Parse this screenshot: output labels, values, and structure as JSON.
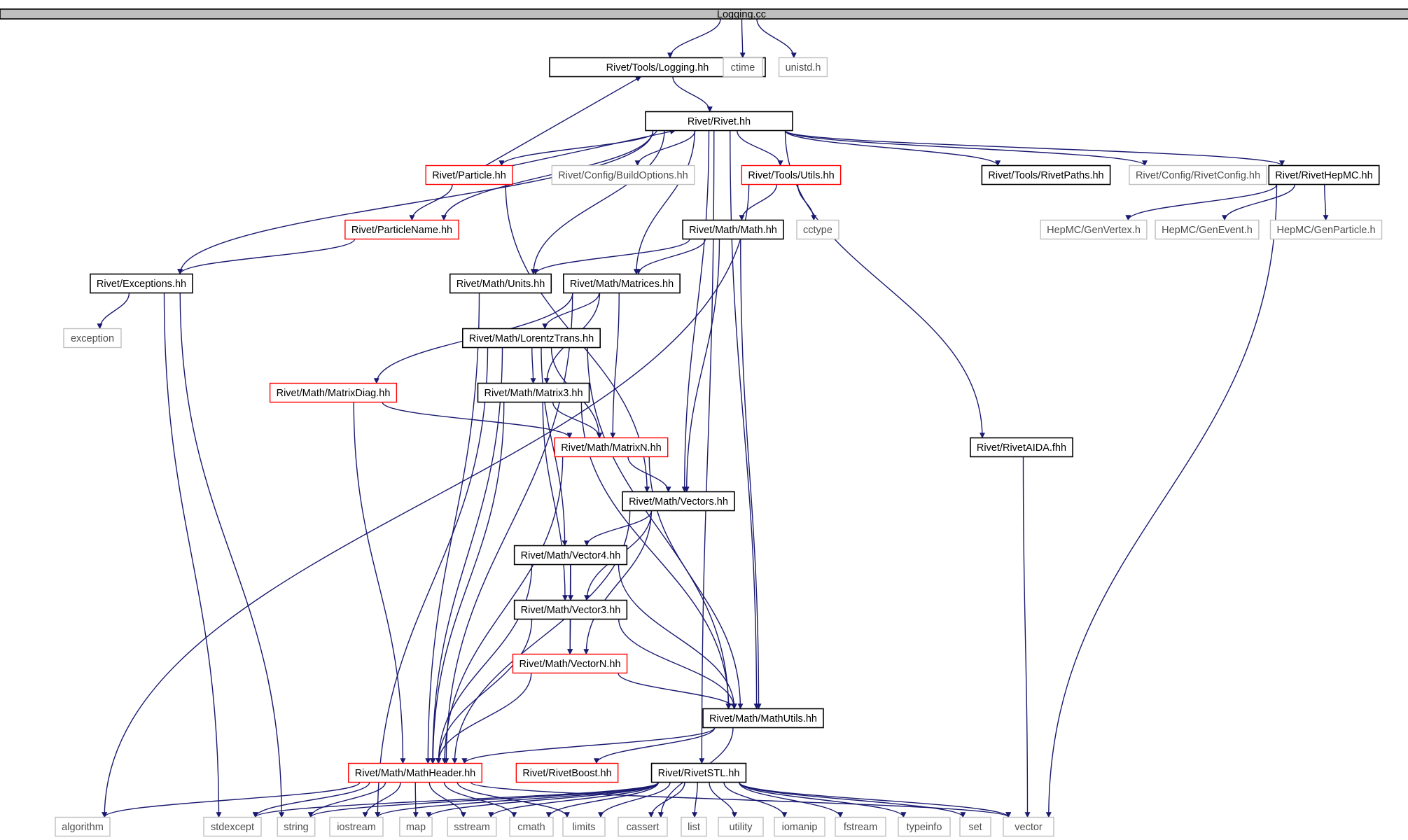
{
  "diagram": {
    "nodes": [
      {
        "id": "logging_cc",
        "label": "Logging.cc",
        "kind": "root"
      },
      {
        "id": "tools_logging",
        "label": "Rivet/Tools/Logging.hh",
        "kind": "normal"
      },
      {
        "id": "ctime",
        "label": "ctime",
        "kind": "external"
      },
      {
        "id": "unistd",
        "label": "unistd.h",
        "kind": "external"
      },
      {
        "id": "rivet",
        "label": "Rivet/Rivet.hh",
        "kind": "normal"
      },
      {
        "id": "particle",
        "label": "Rivet/Particle.hh",
        "kind": "truncated"
      },
      {
        "id": "buildopts",
        "label": "Rivet/Config/BuildOptions.hh",
        "kind": "external"
      },
      {
        "id": "utils",
        "label": "Rivet/Tools/Utils.hh",
        "kind": "truncated"
      },
      {
        "id": "rivetpaths",
        "label": "Rivet/Tools/RivetPaths.hh",
        "kind": "normal"
      },
      {
        "id": "rivetconfig",
        "label": "Rivet/Config/RivetConfig.hh",
        "kind": "external"
      },
      {
        "id": "rivethepmc",
        "label": "Rivet/RivetHepMC.hh",
        "kind": "normal"
      },
      {
        "id": "particlename",
        "label": "Rivet/ParticleName.hh",
        "kind": "truncated"
      },
      {
        "id": "math",
        "label": "Rivet/Math/Math.hh",
        "kind": "normal"
      },
      {
        "id": "cctype",
        "label": "cctype",
        "kind": "external"
      },
      {
        "id": "genvertex",
        "label": "HepMC/GenVertex.h",
        "kind": "external"
      },
      {
        "id": "genevent",
        "label": "HepMC/GenEvent.h",
        "kind": "external"
      },
      {
        "id": "genparticle",
        "label": "HepMC/GenParticle.h",
        "kind": "external"
      },
      {
        "id": "exceptions",
        "label": "Rivet/Exceptions.hh",
        "kind": "normal"
      },
      {
        "id": "units",
        "label": "Rivet/Math/Units.hh",
        "kind": "normal"
      },
      {
        "id": "matrices",
        "label": "Rivet/Math/Matrices.hh",
        "kind": "normal"
      },
      {
        "id": "exception",
        "label": "exception",
        "kind": "external"
      },
      {
        "id": "lorentz",
        "label": "Rivet/Math/LorentzTrans.hh",
        "kind": "normal"
      },
      {
        "id": "matrixdiag",
        "label": "Rivet/Math/MatrixDiag.hh",
        "kind": "truncated"
      },
      {
        "id": "matrix3",
        "label": "Rivet/Math/Matrix3.hh",
        "kind": "normal"
      },
      {
        "id": "matrixn",
        "label": "Rivet/Math/MatrixN.hh",
        "kind": "truncated"
      },
      {
        "id": "aida",
        "label": "Rivet/RivetAIDA.fhh",
        "kind": "normal"
      },
      {
        "id": "vectors",
        "label": "Rivet/Math/Vectors.hh",
        "kind": "normal"
      },
      {
        "id": "vector4",
        "label": "Rivet/Math/Vector4.hh",
        "kind": "normal"
      },
      {
        "id": "vector3",
        "label": "Rivet/Math/Vector3.hh",
        "kind": "normal"
      },
      {
        "id": "vectorn",
        "label": "Rivet/Math/VectorN.hh",
        "kind": "truncated"
      },
      {
        "id": "mathutils",
        "label": "Rivet/Math/MathUtils.hh",
        "kind": "normal"
      },
      {
        "id": "mathheader",
        "label": "Rivet/Math/MathHeader.hh",
        "kind": "truncated"
      },
      {
        "id": "rivetboost",
        "label": "Rivet/RivetBoost.hh",
        "kind": "truncated"
      },
      {
        "id": "rivetstl",
        "label": "Rivet/RivetSTL.hh",
        "kind": "normal"
      },
      {
        "id": "algorithm",
        "label": "algorithm",
        "kind": "external"
      },
      {
        "id": "stdexcept",
        "label": "stdexcept",
        "kind": "external"
      },
      {
        "id": "string",
        "label": "string",
        "kind": "external"
      },
      {
        "id": "iostream",
        "label": "iostream",
        "kind": "external"
      },
      {
        "id": "map",
        "label": "map",
        "kind": "external"
      },
      {
        "id": "sstream",
        "label": "sstream",
        "kind": "external"
      },
      {
        "id": "cmath",
        "label": "cmath",
        "kind": "external"
      },
      {
        "id": "limits",
        "label": "limits",
        "kind": "external"
      },
      {
        "id": "cassert",
        "label": "cassert",
        "kind": "external"
      },
      {
        "id": "list",
        "label": "list",
        "kind": "external"
      },
      {
        "id": "utility",
        "label": "utility",
        "kind": "external"
      },
      {
        "id": "iomanip",
        "label": "iomanip",
        "kind": "external"
      },
      {
        "id": "fstream",
        "label": "fstream",
        "kind": "external"
      },
      {
        "id": "typeinfo",
        "label": "typeinfo",
        "kind": "external"
      },
      {
        "id": "set",
        "label": "set",
        "kind": "external"
      },
      {
        "id": "vector",
        "label": "vector",
        "kind": "external"
      }
    ],
    "edges": [
      [
        "logging_cc",
        "tools_logging"
      ],
      [
        "logging_cc",
        "ctime"
      ],
      [
        "logging_cc",
        "unistd"
      ],
      [
        "tools_logging",
        "rivet"
      ],
      [
        "rivet",
        "particle"
      ],
      [
        "rivet",
        "buildopts"
      ],
      [
        "rivet",
        "utils"
      ],
      [
        "rivet",
        "rivetpaths"
      ],
      [
        "rivet",
        "rivetconfig"
      ],
      [
        "rivet",
        "rivethepmc"
      ],
      [
        "rivet",
        "particlename"
      ],
      [
        "rivet",
        "exceptions"
      ],
      [
        "rivet",
        "units"
      ],
      [
        "rivet",
        "matrices"
      ],
      [
        "rivet",
        "vectors"
      ],
      [
        "rivet",
        "mathutils"
      ],
      [
        "rivet",
        "aida"
      ],
      [
        "rivet",
        "rivetstl"
      ],
      [
        "particle",
        "tools_logging"
      ],
      [
        "particle",
        "rivet"
      ],
      [
        "particle",
        "particlename"
      ],
      [
        "particle",
        "vectors"
      ],
      [
        "particlename",
        "exceptions"
      ],
      [
        "utils",
        "math"
      ],
      [
        "utils",
        "cctype"
      ],
      [
        "utils",
        "algorithm"
      ],
      [
        "rivethepmc",
        "genvertex"
      ],
      [
        "rivethepmc",
        "genevent"
      ],
      [
        "rivethepmc",
        "genparticle"
      ],
      [
        "rivethepmc",
        "vector"
      ],
      [
        "math",
        "units"
      ],
      [
        "math",
        "matrices"
      ],
      [
        "math",
        "vectors"
      ],
      [
        "math",
        "mathutils"
      ],
      [
        "exceptions",
        "exception"
      ],
      [
        "exceptions",
        "stdexcept"
      ],
      [
        "exceptions",
        "string"
      ],
      [
        "units",
        "mathheader"
      ],
      [
        "matrices",
        "lorentz"
      ],
      [
        "matrices",
        "matrixdiag"
      ],
      [
        "matrices",
        "matrix3"
      ],
      [
        "matrices",
        "matrixn"
      ],
      [
        "matrices",
        "mathheader"
      ],
      [
        "lorentz",
        "matrix3"
      ],
      [
        "lorentz",
        "matrixn"
      ],
      [
        "lorentz",
        "vector4"
      ],
      [
        "lorentz",
        "mathheader"
      ],
      [
        "lorentz",
        "mathutils"
      ],
      [
        "lorentz",
        "iostream"
      ],
      [
        "matrixdiag",
        "matrixn"
      ],
      [
        "matrixdiag",
        "mathheader"
      ],
      [
        "matrix3",
        "matrixn"
      ],
      [
        "matrix3",
        "vector3"
      ],
      [
        "matrix3",
        "mathheader"
      ],
      [
        "matrix3",
        "mathutils"
      ],
      [
        "matrixn",
        "vectors"
      ],
      [
        "matrixn",
        "mathheader"
      ],
      [
        "matrixn",
        "mathutils"
      ],
      [
        "vectors",
        "vector4"
      ],
      [
        "vectors",
        "vector3"
      ],
      [
        "vectors",
        "vectorn"
      ],
      [
        "vectors",
        "mathheader"
      ],
      [
        "vector4",
        "vector3"
      ],
      [
        "vector4",
        "vectorn"
      ],
      [
        "vector4",
        "mathheader"
      ],
      [
        "vector4",
        "mathutils"
      ],
      [
        "vector3",
        "vectorn"
      ],
      [
        "vector3",
        "mathheader"
      ],
      [
        "vector3",
        "mathutils"
      ],
      [
        "vectorn",
        "mathheader"
      ],
      [
        "vectorn",
        "mathutils"
      ],
      [
        "mathutils",
        "mathheader"
      ],
      [
        "mathutils",
        "rivetboost"
      ],
      [
        "mathutils",
        "cassert"
      ],
      [
        "aida",
        "vector"
      ],
      [
        "mathheader",
        "algorithm"
      ],
      [
        "mathheader",
        "stdexcept"
      ],
      [
        "mathheader",
        "string"
      ],
      [
        "mathheader",
        "iostream"
      ],
      [
        "mathheader",
        "map"
      ],
      [
        "mathheader",
        "sstream"
      ],
      [
        "mathheader",
        "cmath"
      ],
      [
        "mathheader",
        "limits"
      ],
      [
        "mathheader",
        "vector"
      ],
      [
        "rivetstl",
        "stdexcept"
      ],
      [
        "rivetstl",
        "string"
      ],
      [
        "rivetstl",
        "iostream"
      ],
      [
        "rivetstl",
        "map"
      ],
      [
        "rivetstl",
        "sstream"
      ],
      [
        "rivetstl",
        "cmath"
      ],
      [
        "rivetstl",
        "limits"
      ],
      [
        "rivetstl",
        "cassert"
      ],
      [
        "rivetstl",
        "list"
      ],
      [
        "rivetstl",
        "utility"
      ],
      [
        "rivetstl",
        "iomanip"
      ],
      [
        "rivetstl",
        "fstream"
      ],
      [
        "rivetstl",
        "typeinfo"
      ],
      [
        "rivetstl",
        "set"
      ],
      [
        "rivetstl",
        "vector"
      ]
    ],
    "colors": {
      "edge": "#191970",
      "normal_border": "#000000",
      "truncated_border": "#ff0000",
      "external_border": "#bfbfbf",
      "root_fill": "#bfbfbf"
    }
  }
}
